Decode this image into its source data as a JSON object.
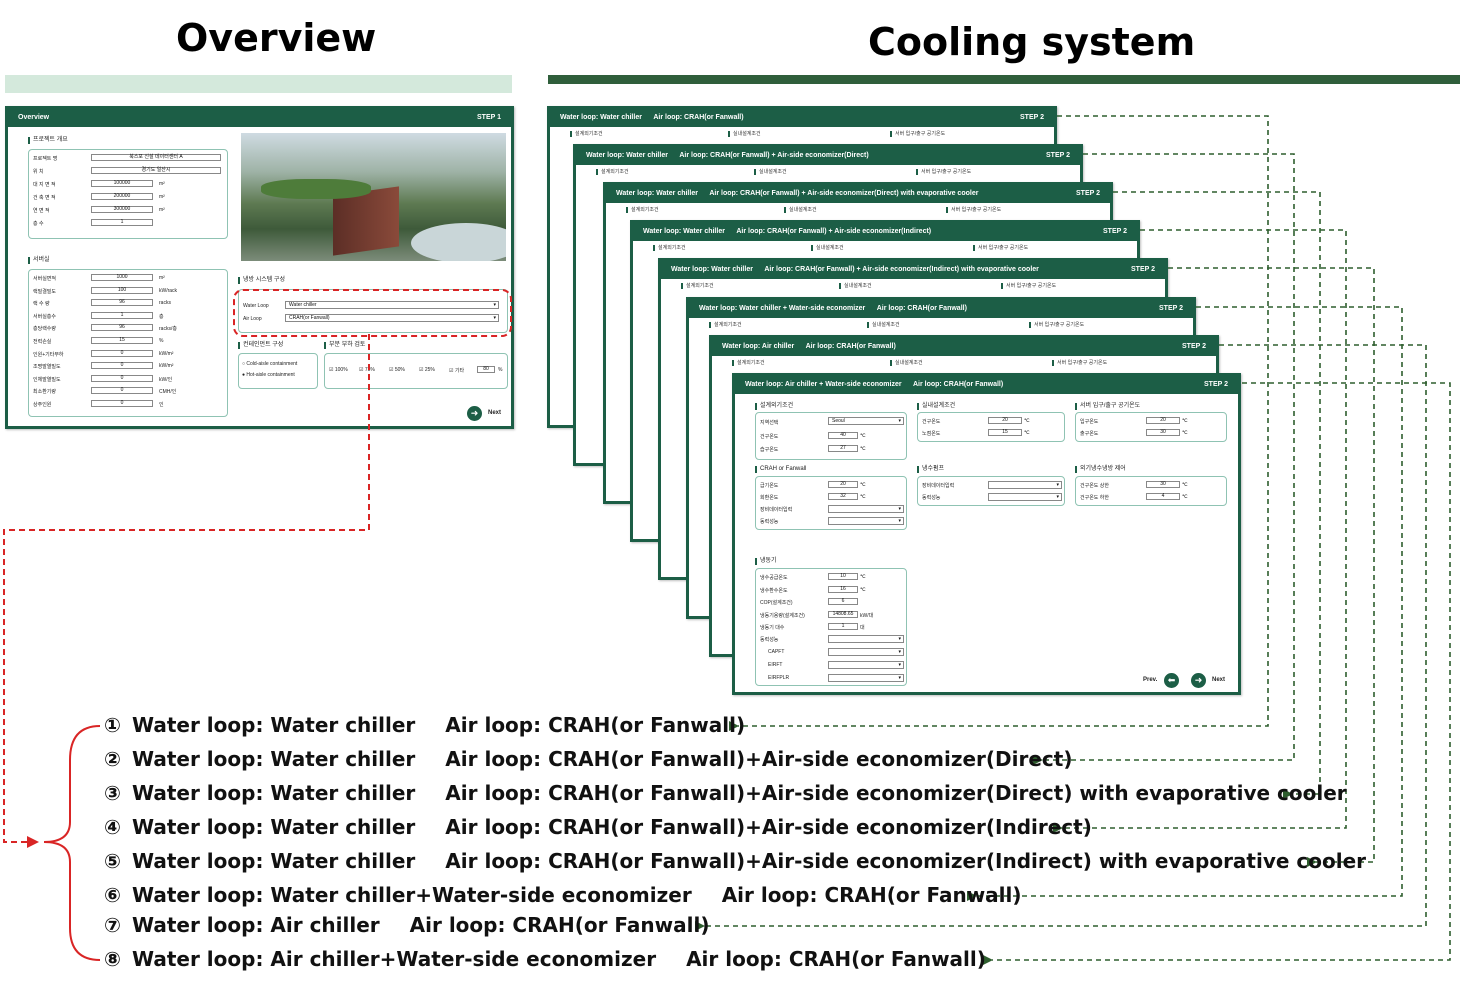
{
  "headings": {
    "overview": "Overview",
    "cooling": "Cooling system"
  },
  "colors": {
    "accent": "#1c5e46",
    "light_bar": "#d4e9dc",
    "red_dash": "#d92525",
    "green_dash": "#2e5e2e"
  },
  "overview_window": {
    "title": "Overview",
    "step": "STEP 1",
    "project_section": "프로젝트 개요",
    "project_rows": [
      {
        "label": "프로젝트 명",
        "value": "북스포 신설 데이터센터 A",
        "unit": ""
      },
      {
        "label": "위 치",
        "value": "경기도 일산시",
        "unit": ""
      },
      {
        "label": "대 지 면 적",
        "value": "100000",
        "unit": "m²"
      },
      {
        "label": "건 축 면 적",
        "value": "200000",
        "unit": "m²"
      },
      {
        "label": "연 면 적",
        "value": "300000",
        "unit": "m²"
      },
      {
        "label": "층 수",
        "value": "1",
        "unit": ""
      }
    ],
    "server_section": "서버실",
    "server_rows": [
      {
        "label": "서버실면적",
        "value": "1000",
        "unit": "m²"
      },
      {
        "label": "랙밀결밀도",
        "value": "100",
        "unit": "kW/rack"
      },
      {
        "label": "랙 수 량",
        "value": "96",
        "unit": "racks"
      },
      {
        "label": "서버실층수",
        "value": "1",
        "unit": "층"
      },
      {
        "label": "층당랙수량",
        "value": "96",
        "unit": "racks/층"
      },
      {
        "label": "전력손실",
        "value": "15",
        "unit": "%"
      },
      {
        "label": "인원+기타부하",
        "value": "0",
        "unit": "kW/m²"
      },
      {
        "label": "조명발열밀도",
        "value": "0",
        "unit": "kW/m²"
      },
      {
        "label": "인체발열밀도",
        "value": "0",
        "unit": "kW/인"
      },
      {
        "label": "최소환기량",
        "value": "0",
        "unit": "CMH/인"
      },
      {
        "label": "상주인원",
        "value": "0",
        "unit": "인"
      }
    ],
    "cooling_section": "냉방 시스템 구성",
    "water_loop_label": "Water Loop",
    "water_loop_value": "Water chiller",
    "air_loop_label": "Air Loop",
    "air_loop_value": "CRAH(or Fanwall)",
    "containment_section": "컨테인먼트 구성",
    "containment_options": [
      "Cold-aisle containment",
      "Hot-aisle containment"
    ],
    "load_section": "부분 부하 검토",
    "load_options": [
      "100%",
      "75%",
      "50%",
      "25%",
      "기타"
    ],
    "load_other_value": "80",
    "load_unit": "%",
    "next_label": "Next"
  },
  "stack_titles": [
    "Water loop: Water chiller      Air loop: CRAH(or Fanwall)",
    "Water loop: Water chiller      Air loop: CRAH(or Fanwall) + Air-side economizer(Direct)",
    "Water loop: Water chiller      Air loop: CRAH(or Fanwall) + Air-side economizer(Direct) with evaporative cooler",
    "Water loop: Water chiller      Air loop: CRAH(or Fanwall) + Air-side economizer(Indirect)",
    "Water loop: Water chiller      Air loop: CRAH(or Fanwall) + Air-side economizer(Indirect) with evaporative cooler",
    "Water loop: Water chiller + Water-side economizer      Air loop: CRAH(or Fanwall)",
    "Water loop: Air chiller      Air loop: CRAH(or Fanwall)"
  ],
  "stack_step": "STEP 2",
  "stack_row_labels": [
    "설계외기조건",
    "실내설계조건",
    "서버 입구/출구 공기온도"
  ],
  "front_window": {
    "title": "Water loop: Air chiller + Water-side economizer      Air loop: CRAH(or Fanwall)",
    "step": "STEP 2",
    "design_outdoor": {
      "title": "설계외기조건",
      "region_label": "지역선택",
      "region_value": "Seoul",
      "rows": [
        {
          "label": "건구온도",
          "value": "40",
          "unit": "℃"
        },
        {
          "label": "습구온도",
          "value": "27",
          "unit": "℃"
        }
      ]
    },
    "indoor": {
      "title": "실내설계조건",
      "rows": [
        {
          "label": "건구온도",
          "value": "20",
          "unit": "℃"
        },
        {
          "label": "노점온도",
          "value": "15",
          "unit": "℃"
        }
      ]
    },
    "server_air": {
      "title": "서버 입구/출구 공기온도",
      "rows": [
        {
          "label": "입구온도",
          "value": "20",
          "unit": "℃"
        },
        {
          "label": "출구온도",
          "value": "30",
          "unit": "℃"
        }
      ]
    },
    "crah": {
      "title": "CRAH or Fanwall",
      "rows": [
        {
          "label": "급기온도",
          "value": "20",
          "unit": "℃"
        },
        {
          "label": "회환온도",
          "value": "32",
          "unit": "℃"
        }
      ],
      "sel_labels": [
        "장비데이터입력",
        "동력성능"
      ]
    },
    "pump": {
      "title": "냉수펌프",
      "sel_labels": [
        "장비데이터입력",
        "동력성능"
      ]
    },
    "econ": {
      "title": "외기냉수냉방 제어",
      "rows": [
        {
          "label": "건구온도 상한",
          "value": "30",
          "unit": "℃"
        },
        {
          "label": "건구온도 하한",
          "value": "4",
          "unit": "℃"
        }
      ]
    },
    "chiller": {
      "title": "냉동기",
      "rows": [
        {
          "label": "냉수공급온도",
          "value": "10",
          "unit": "℃"
        },
        {
          "label": "냉수환수온도",
          "value": "16",
          "unit": "℃"
        },
        {
          "label": "COP(설계조건)",
          "value": "6",
          "unit": ""
        },
        {
          "label": "냉동기용량(설계조건)",
          "value": "14808.65",
          "unit": "kW/대"
        },
        {
          "label": "냉동기 대수",
          "value": "1",
          "unit": "대"
        }
      ],
      "sel_labels": [
        "동력성능",
        "CAPFT",
        "EIRFT",
        "EIRFPLR"
      ]
    },
    "prev_label": "Prev.",
    "next_label": "Next"
  },
  "system_list": [
    {
      "num": "①",
      "water": "Water loop: Water chiller",
      "air": "Air loop: CRAH(or Fanwall)"
    },
    {
      "num": "②",
      "water": "Water loop: Water chiller",
      "air": "Air loop: CRAH(or Fanwall)+Air-side economizer(Direct)"
    },
    {
      "num": "③",
      "water": "Water loop: Water chiller",
      "air": "Air loop: CRAH(or Fanwall)+Air-side economizer(Direct) with evaporative cooler"
    },
    {
      "num": "④",
      "water": "Water loop: Water chiller",
      "air": "Air loop: CRAH(or Fanwall)+Air-side economizer(Indirect)"
    },
    {
      "num": "⑤",
      "water": "Water loop: Water chiller",
      "air": "Air loop: CRAH(or Fanwall)+Air-side economizer(Indirect) with evaporative cooler"
    },
    {
      "num": "⑥",
      "water": "Water loop: Water chiller+Water-side economizer",
      "air": "Air loop: CRAH(or Fanwall)"
    },
    {
      "num": "⑦",
      "water": "Water loop: Air chiller",
      "air": "Air loop: CRAH(or Fanwall)"
    },
    {
      "num": "⑧",
      "water": "Water loop: Air chiller+Water-side economizer",
      "air": "Air loop: CRAH(or Fanwall)"
    }
  ]
}
